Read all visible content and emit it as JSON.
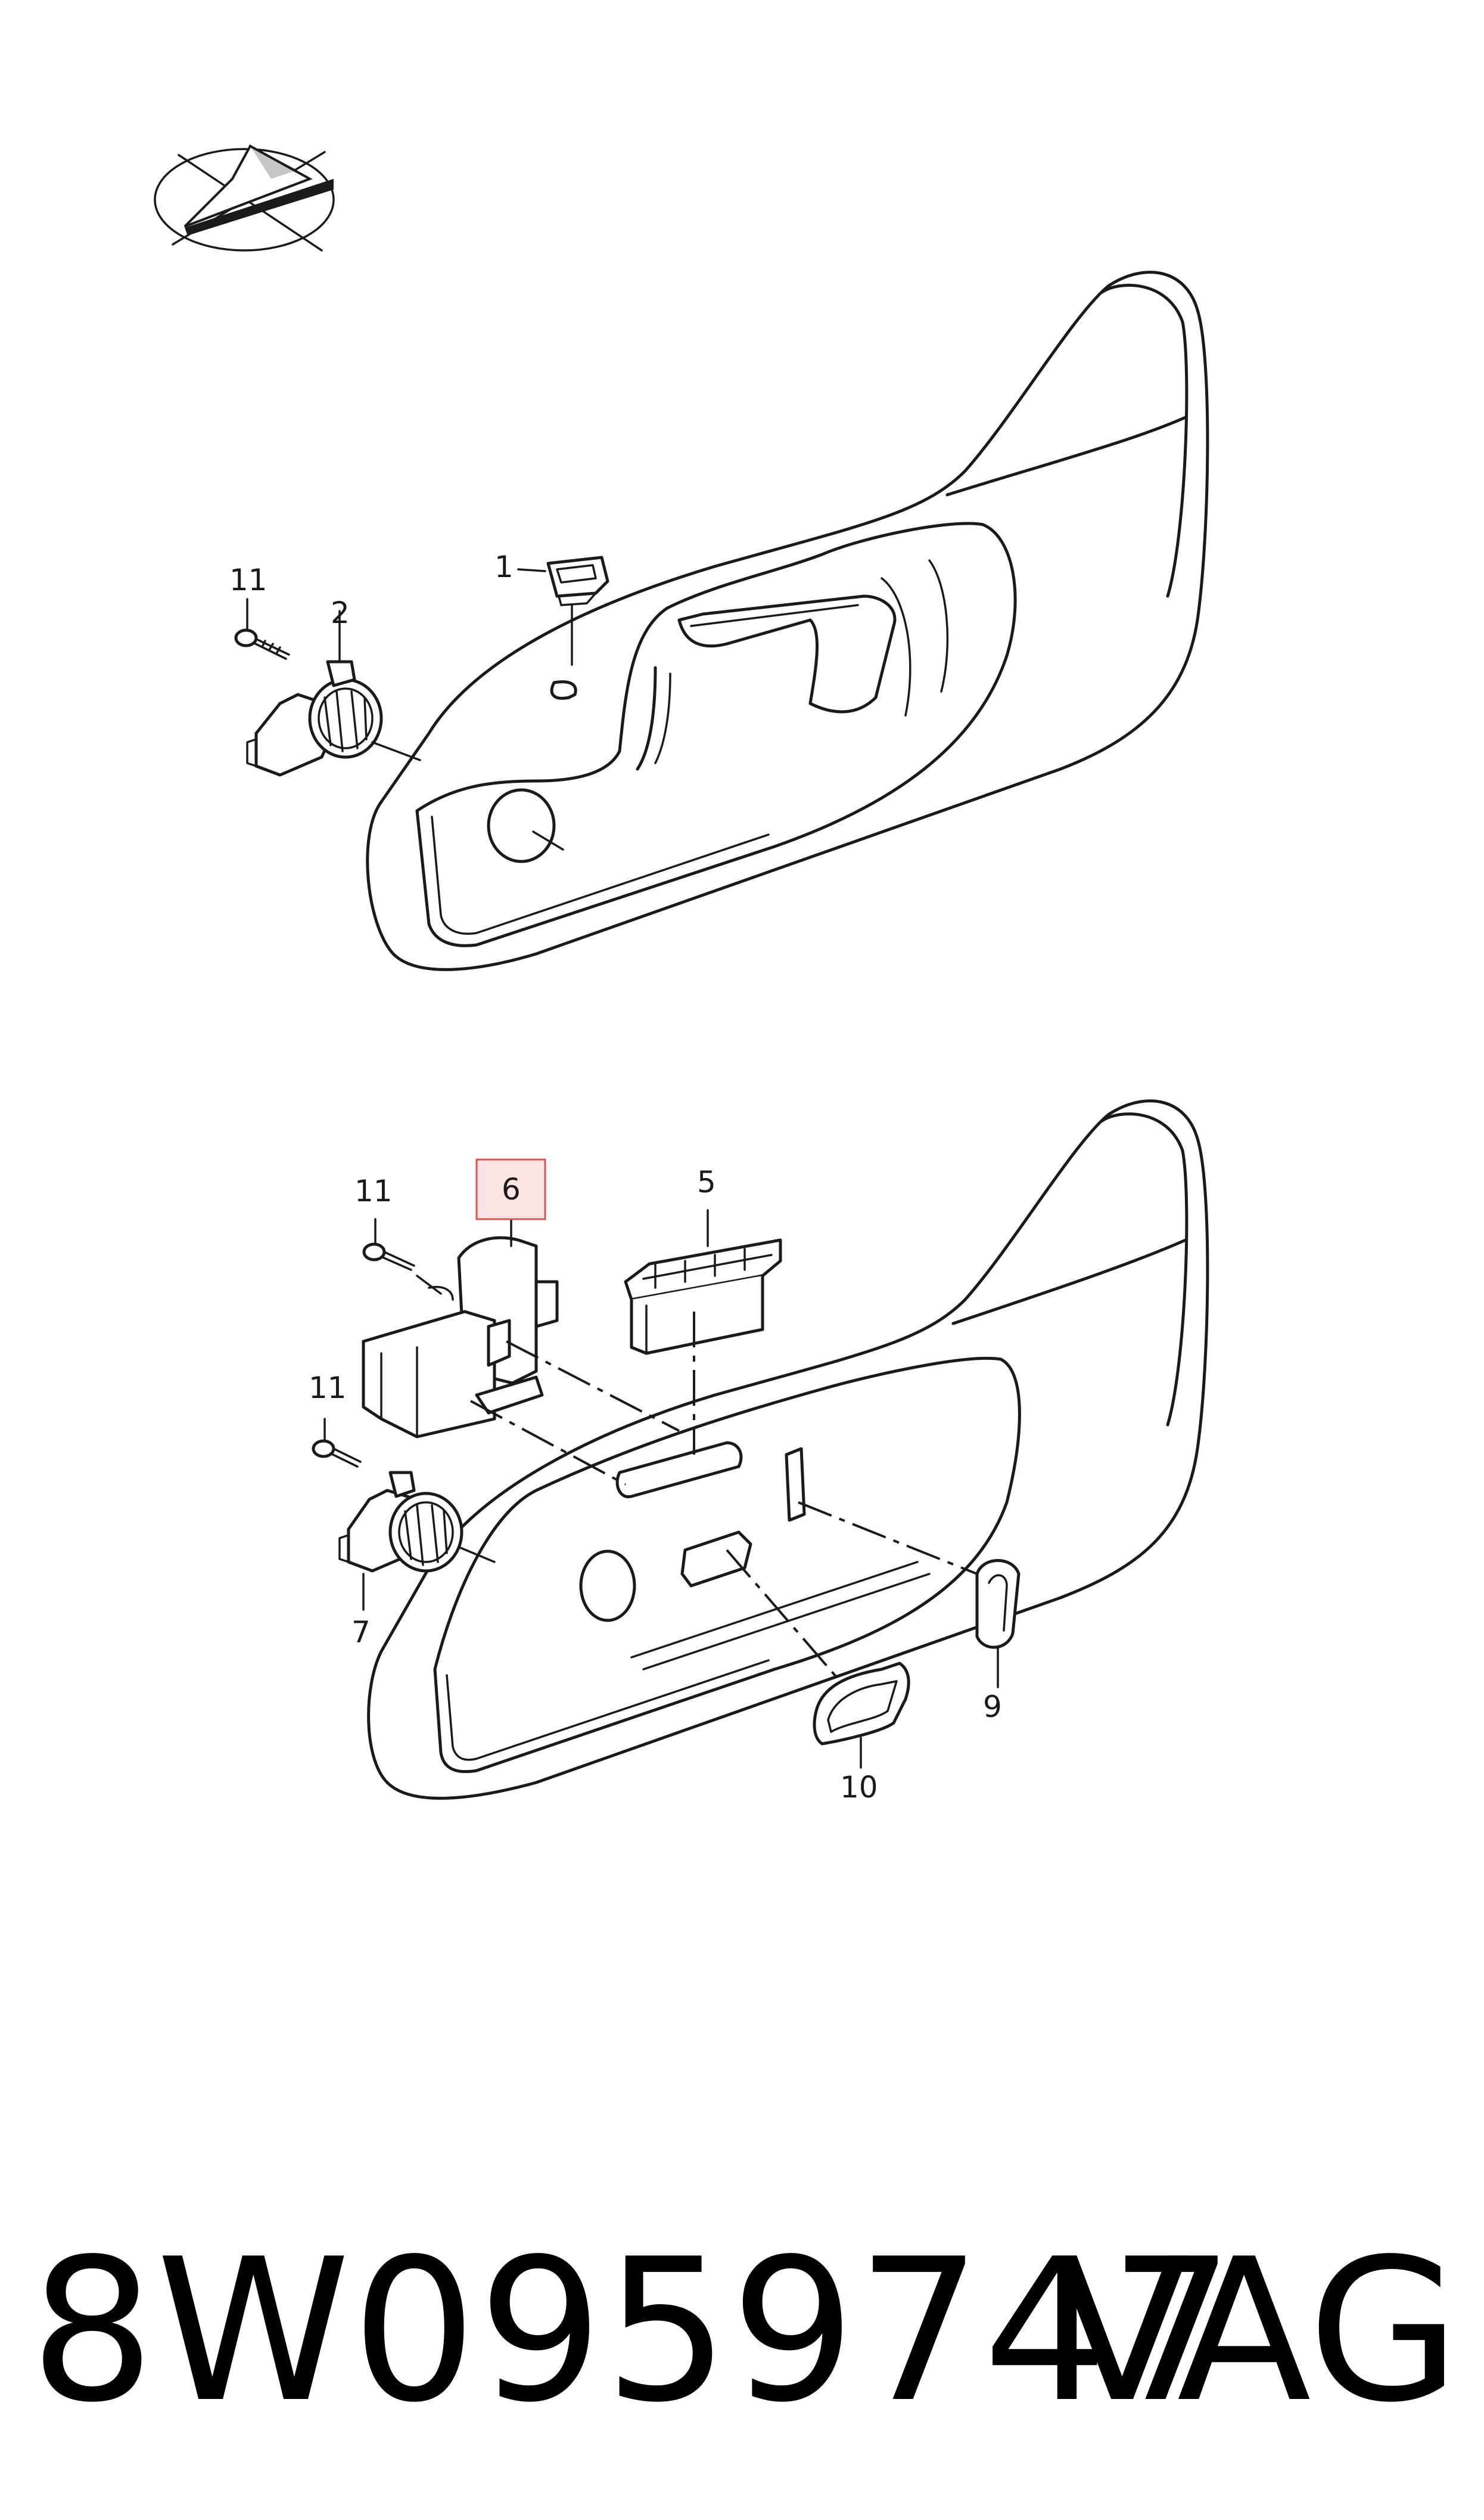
{
  "callouts": {
    "c1": "1",
    "c2": "2",
    "c5": "5",
    "c6": "6",
    "c7": "7",
    "c9": "9",
    "c10": "10",
    "c11a": "11",
    "c11b": "11",
    "c11c": "11"
  },
  "highlighted_callout": "6",
  "footer": {
    "part_number": "8W0959747",
    "brand": "VAG"
  },
  "colors": {
    "line": "#1a1a1a",
    "highlight_fill": "#fde4e4",
    "highlight_border": "#d9534f"
  }
}
